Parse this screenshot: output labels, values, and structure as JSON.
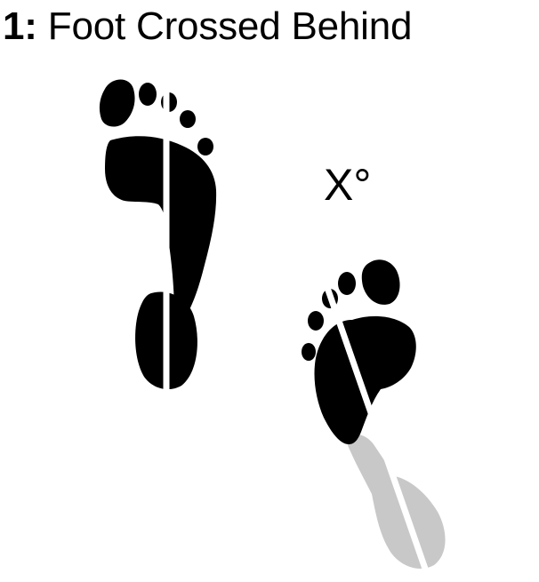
{
  "title": {
    "number": "1:",
    "text": "Foot Crossed Behind"
  },
  "angle_label": "X°",
  "colors": {
    "foot": "#000000",
    "faded_heel": "#c8c8c8",
    "axis_line": "#ffffff",
    "background": "#ffffff"
  }
}
